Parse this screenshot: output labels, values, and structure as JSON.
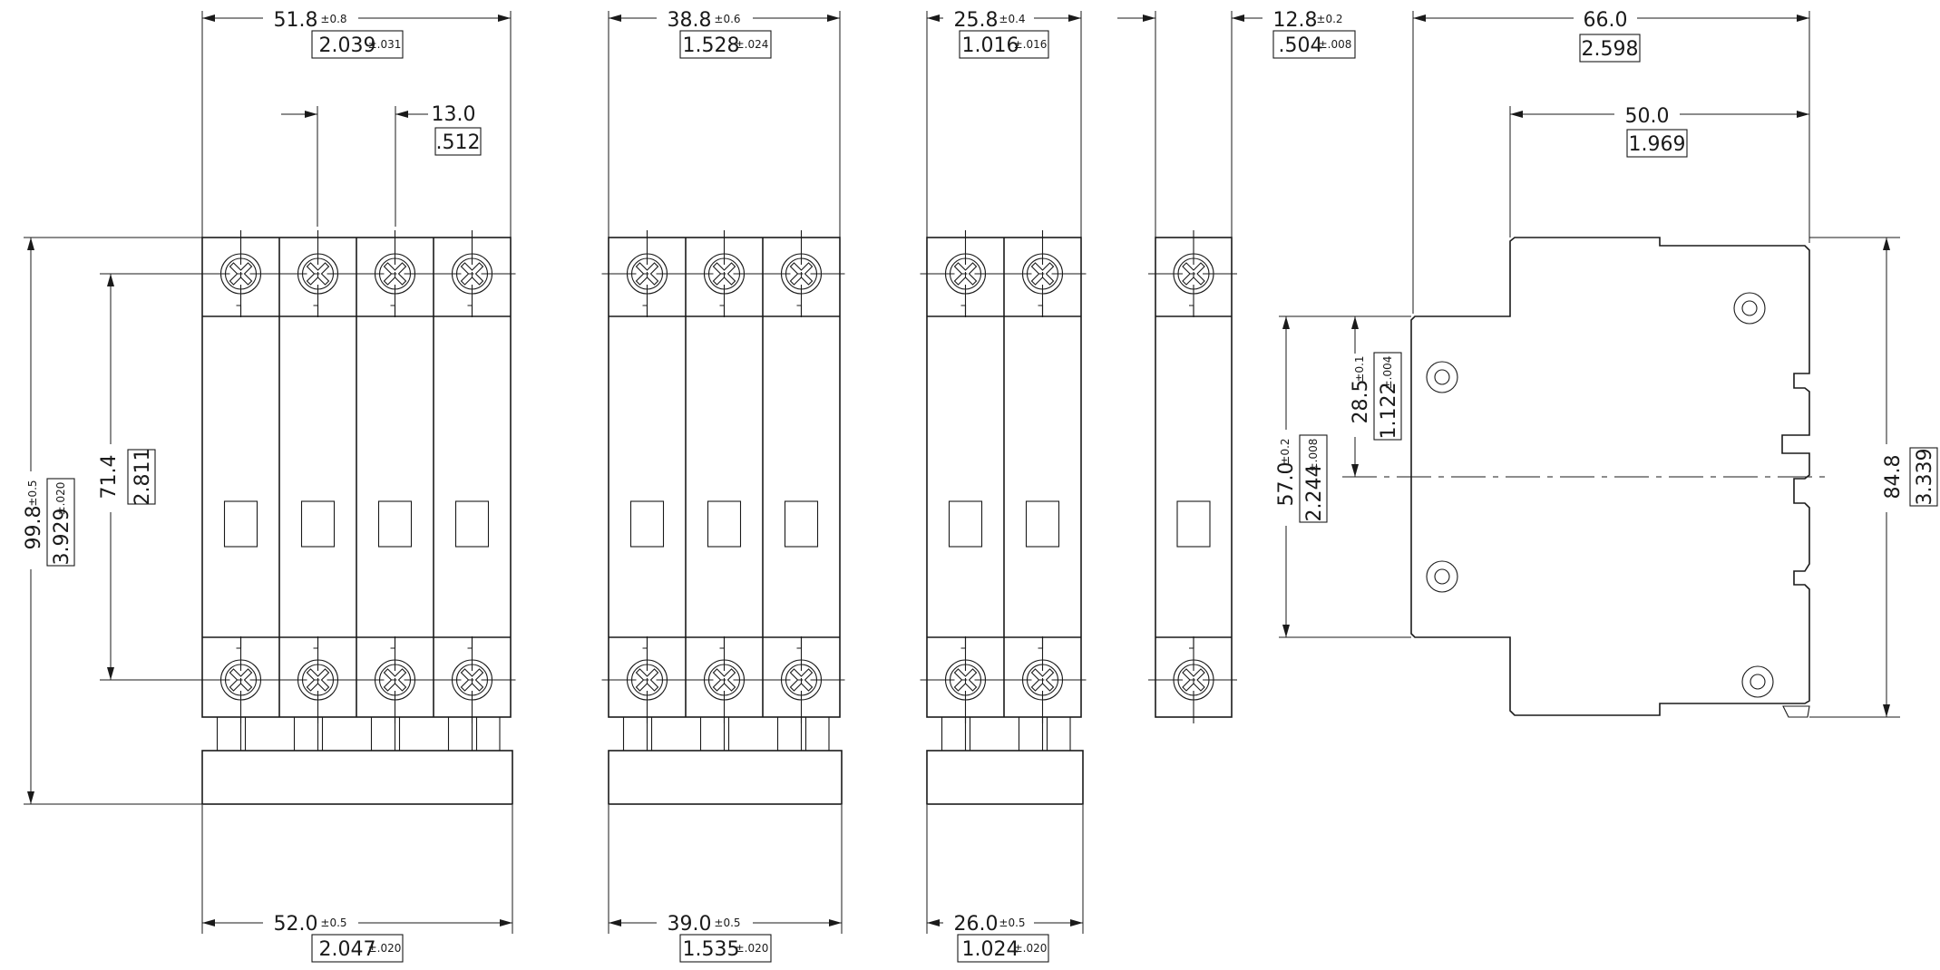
{
  "colors": {
    "line": "#1a1a1a",
    "background": "#ffffff"
  },
  "dims": {
    "w4_top": {
      "mm": "51.8",
      "mm_tol": "±0.8",
      "in": "2.039",
      "in_tol": "±.031"
    },
    "w3_top": {
      "mm": "38.8",
      "mm_tol": "±0.6",
      "in": "1.528",
      "in_tol": "±.024"
    },
    "w2_top": {
      "mm": "25.8",
      "mm_tol": "±0.4",
      "in": "1.016",
      "in_tol": "±.016"
    },
    "w1_top": {
      "mm": "12.8",
      "mm_tol": "±0.2",
      "in": ".504",
      "in_tol": "±.008"
    },
    "pitch": {
      "mm": "13.0",
      "in": ".512"
    },
    "side_w": {
      "mm": "66.0",
      "in": "2.598"
    },
    "side_w2": {
      "mm": "50.0",
      "in": "1.969"
    },
    "w4_bot": {
      "mm": "52.0",
      "mm_tol": "±0.5",
      "in": "2.047",
      "in_tol": "±.020"
    },
    "w3_bot": {
      "mm": "39.0",
      "mm_tol": "±0.5",
      "in": "1.535",
      "in_tol": "±.020"
    },
    "w2_bot": {
      "mm": "26.0",
      "mm_tol": "±0.5",
      "in": "1.024",
      "in_tol": "±.020"
    },
    "height": {
      "mm": "99.8",
      "mm_tol": "±0.5",
      "in": "3.929",
      "in_tol": "±.020"
    },
    "term_span": {
      "mm": "71.4",
      "in": "2.811"
    },
    "side_h": {
      "mm": "84.8",
      "in": "3.339"
    },
    "rail_h": {
      "mm": "57.0",
      "mm_tol": "±0.2",
      "in": "2.244",
      "in_tol": "±.008"
    },
    "rail_half": {
      "mm": "28.5",
      "mm_tol": "±0.1",
      "in": "1.122",
      "in_tol": "±.004"
    }
  }
}
